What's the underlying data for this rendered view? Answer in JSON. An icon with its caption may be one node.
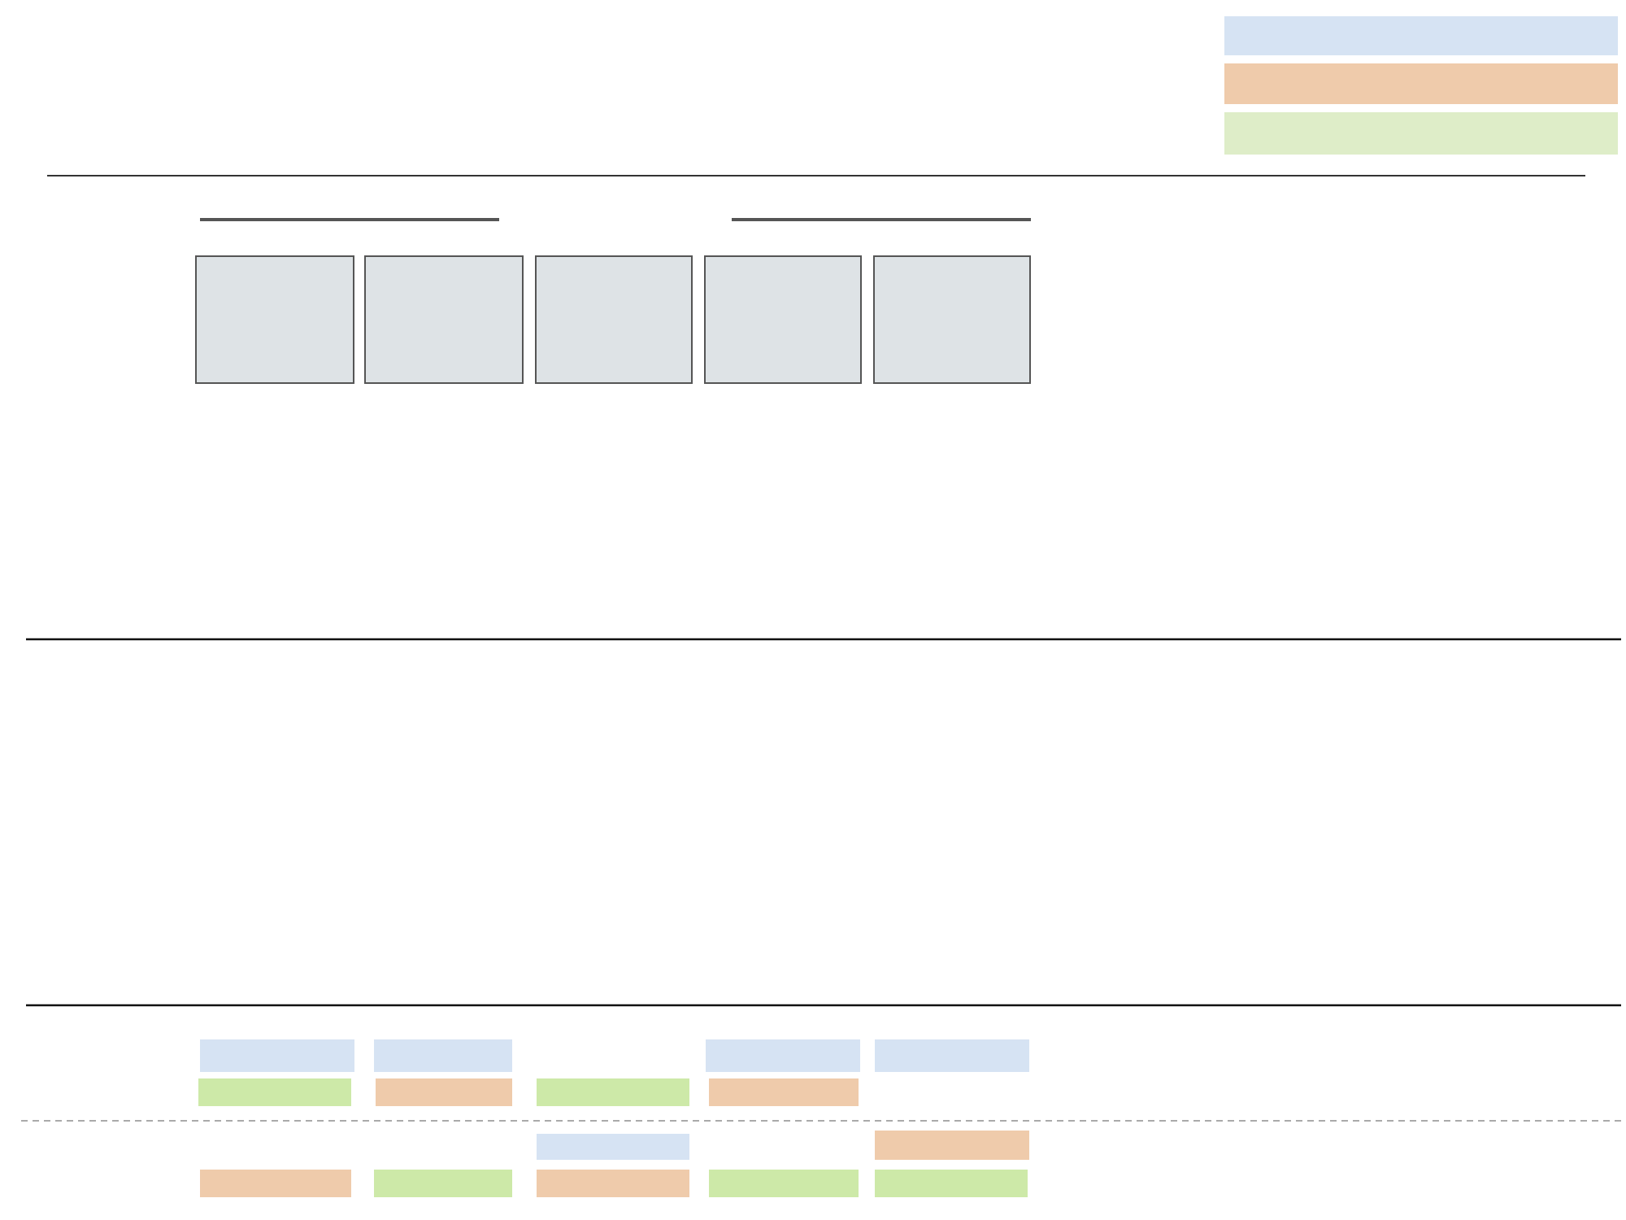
{
  "diagram": {
    "nodes": [
      {
        "text": [],
        "shape": "bar"
      },
      {
        "text": [],
        "shape": "bar"
      },
      {
        "text": [],
        "shape": "bar"
      },
      {
        "text": [],
        "shape": "box"
      },
      {
        "text": [],
        "shape": "box"
      },
      {
        "text": [],
        "shape": "box"
      },
      {
        "text": [],
        "shape": "box"
      },
      {
        "text": [],
        "shape": "box"
      },
      {
        "text": [],
        "shape": "bar"
      },
      {
        "text": [],
        "shape": "bar"
      },
      {
        "text": [],
        "shape": "bar"
      },
      {
        "text": [],
        "shape": "bar"
      },
      {
        "text": [],
        "shape": "bar"
      },
      {
        "text": [],
        "shape": "bar"
      },
      {
        "text": [],
        "shape": "bar"
      },
      {
        "text": [],
        "shape": "bar"
      },
      {
        "text": [],
        "shape": "bar"
      },
      {
        "text": [],
        "shape": "bar"
      },
      {
        "text": [],
        "shape": "bar"
      },
      {
        "text": [],
        "shape": "bar"
      },
      {
        "text": [],
        "shape": "bar"
      },
      {
        "text": [],
        "shape": "bar"
      },
      {
        "text": [],
        "shape": "bar"
      }
    ]
  }
}
